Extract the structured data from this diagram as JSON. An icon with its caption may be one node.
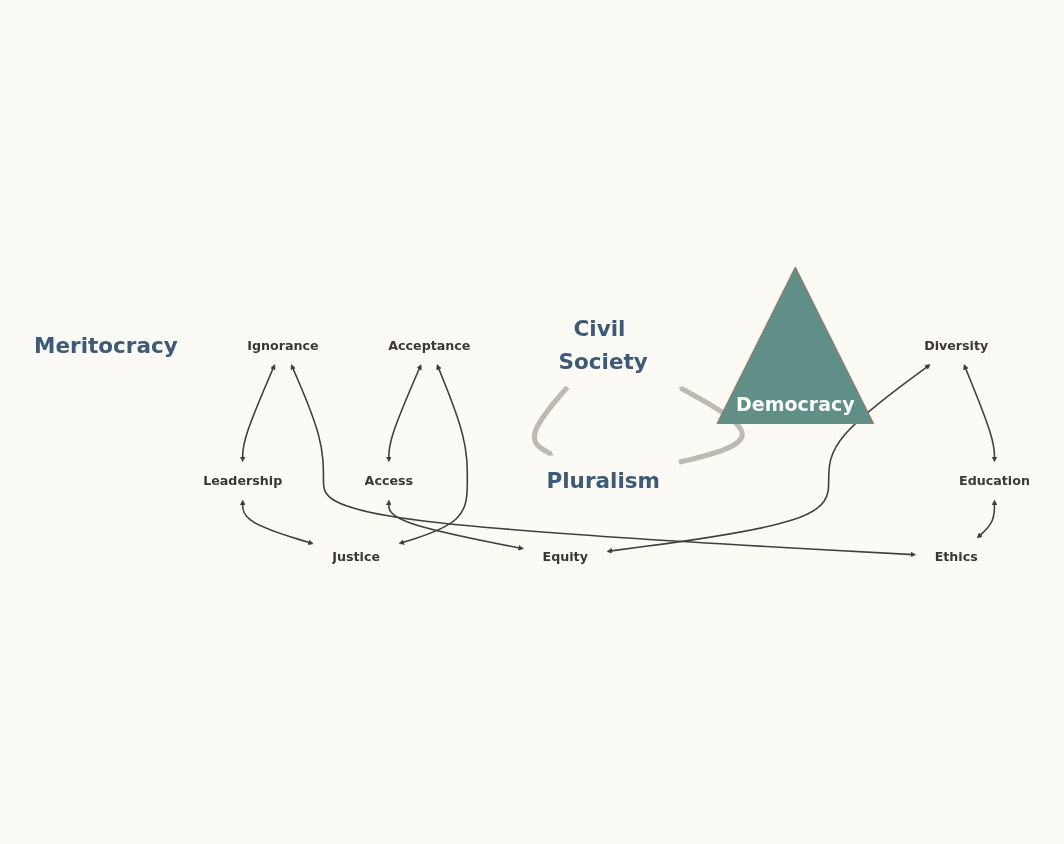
{
  "diagram": {
    "nodes": [
      {
        "text": [
          "Meritocracy"
        ]
      },
      {
        "text": [
          "Ignorance"
        ]
      },
      {
        "text": [
          "Diversity"
        ]
      },
      {
        "text": [
          "Leadership"
        ]
      },
      {
        "text": [
          "Acceptance"
        ]
      },
      {
        "text": [
          "Democracy"
        ]
      },
      {
        "text": [
          "Education"
        ]
      },
      {
        "text": [
          "Access"
        ]
      },
      {
        "text": [
          "Civil Society"
        ]
      },
      {
        "text": [
          "Pluralism"
        ]
      },
      {
        "text": [
          "Equity"
        ]
      },
      {
        "text": [
          "Ethics"
        ]
      },
      {
        "text": [
          "Justice"
        ]
      }
    ],
    "edges": [
      {
        "from": 1,
        "to": 3,
        "arrow": "both"
      },
      {
        "from": 1,
        "to": 11,
        "arrow": "both"
      },
      {
        "from": 2,
        "to": 10,
        "arrow": "both"
      },
      {
        "from": 2,
        "to": 6,
        "arrow": "both"
      },
      {
        "from": 4,
        "to": 7,
        "arrow": "both"
      },
      {
        "from": 4,
        "to": 12,
        "arrow": "both"
      },
      {
        "from": 3,
        "to": 12,
        "arrow": "both"
      },
      {
        "from": 6,
        "to": 11,
        "arrow": "both"
      },
      {
        "from": 7,
        "to": 10,
        "arrow": "both"
      },
      {
        "from": 8,
        "to": 9,
        "arrow": "to",
        "style": "thick",
        "color": "#bdbab4"
      },
      {
        "from": 9,
        "to": 8,
        "arrow": "to",
        "style": "thick",
        "color": "#bdbab4"
      }
    ]
  }
}
